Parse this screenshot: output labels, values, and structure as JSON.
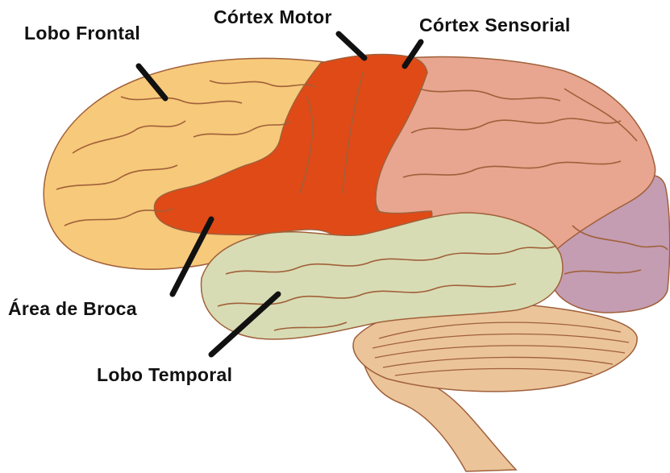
{
  "diagram": {
    "labels": {
      "frontal": "Lobo Frontal",
      "motor": "Córtex Motor",
      "sensory": "Córtex Sensorial",
      "broca": "Área de Broca",
      "temporal": "Lobo Temporal"
    },
    "colors": {
      "frontal": "#f7c97a",
      "motor": "#e04a17",
      "sensory": "#e8a58f",
      "temporal": "#d8dcb4",
      "occipital": "#c49db3",
      "cerebellum": "#ebc49a",
      "brainstem": "#ebc49a",
      "sulci": "#a0603a"
    }
  }
}
